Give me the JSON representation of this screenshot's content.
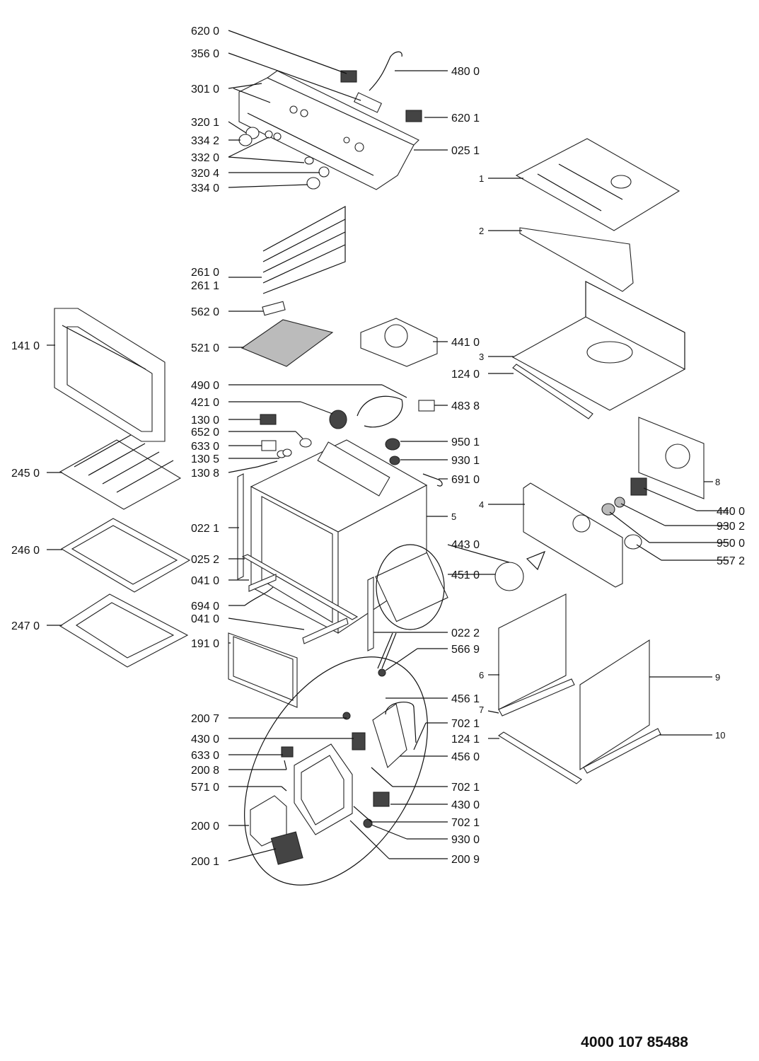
{
  "document_code": "4000 107 85488",
  "callouts_left": [
    "620 0",
    "356 0",
    "301 0",
    "320 1",
    "334 2",
    "332 0",
    "320 4",
    "334 0",
    "261 0",
    "261 1",
    "562 0",
    "521 0",
    "490 0",
    "421 0",
    "130 0",
    "652 0",
    "633 0",
    "130 5",
    "130 8",
    "022 1",
    "025 2",
    "041 0",
    "694 0",
    "041 0",
    "191 0",
    "200 7",
    "430 0",
    "633 0",
    "200 8",
    "571 0",
    "200 0",
    "200 1"
  ],
  "callouts_right": [
    "480 0",
    "620 1",
    "025 1",
    "441 0",
    "483 8",
    "950 1",
    "930 1",
    "691 0",
    "443 0",
    "451 0",
    "022 2",
    "566 9",
    "456 1",
    "702 1",
    "456 0",
    "702 1",
    "430 0",
    "702 1",
    "930 0",
    "200 9",
    "440 0",
    "930 2",
    "950 0",
    "557 2"
  ],
  "callouts_far_left": [
    "141 0",
    "245 0",
    "246 0",
    "247 0"
  ],
  "callouts_numeric": [
    "1",
    "2",
    "3",
    "124 0",
    "5",
    "4",
    "8",
    "6",
    "9",
    "7",
    "10",
    "124 1"
  ]
}
